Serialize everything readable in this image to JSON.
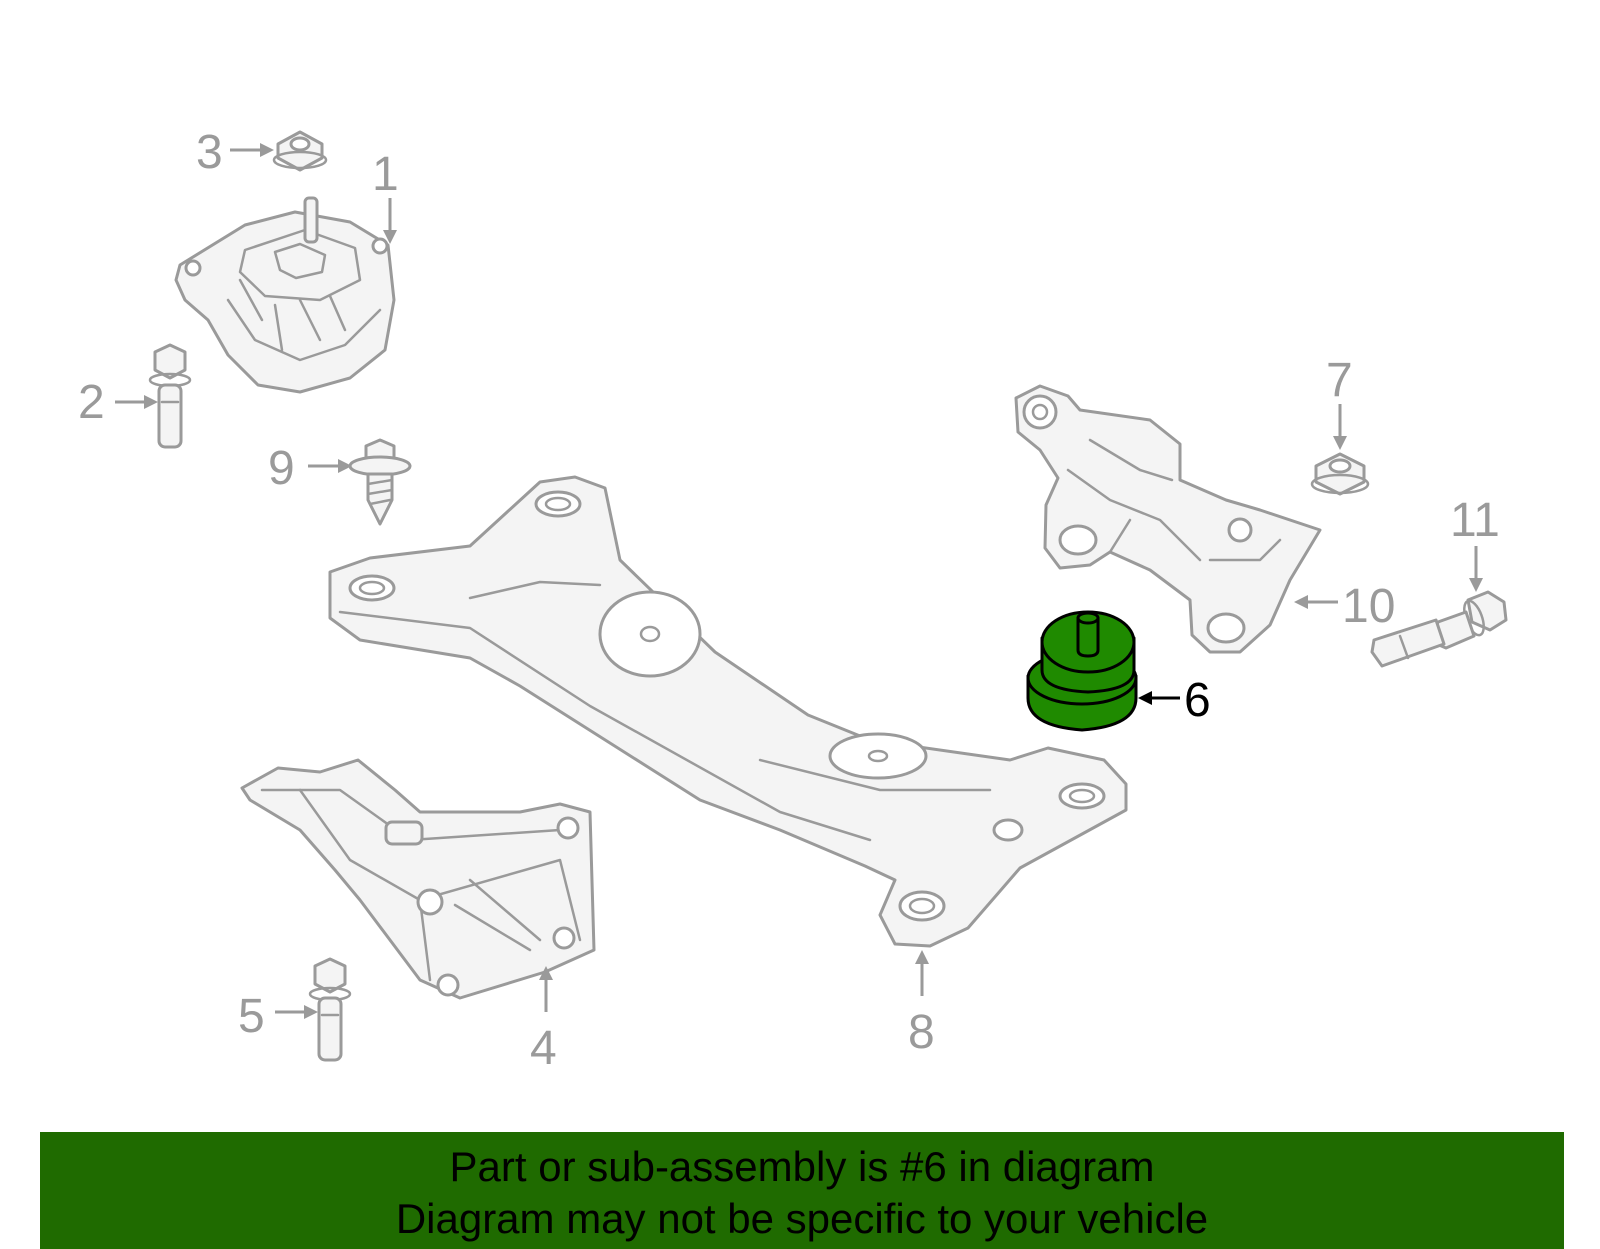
{
  "callouts": {
    "c1": "1",
    "c2": "2",
    "c3": "3",
    "c4": "4",
    "c5": "5",
    "c6": "6",
    "c7": "7",
    "c8": "8",
    "c9": "9",
    "c10": "10",
    "c11": "11"
  },
  "banner": {
    "line1": "Part or sub-assembly is #6 in diagram",
    "line2": "Diagram may not be specific to your vehicle"
  },
  "colors": {
    "outline": "#9a9a9a",
    "highlight_fill": "#1f8a00",
    "banner_bg": "#1f6b00"
  },
  "highlighted_part": "6"
}
